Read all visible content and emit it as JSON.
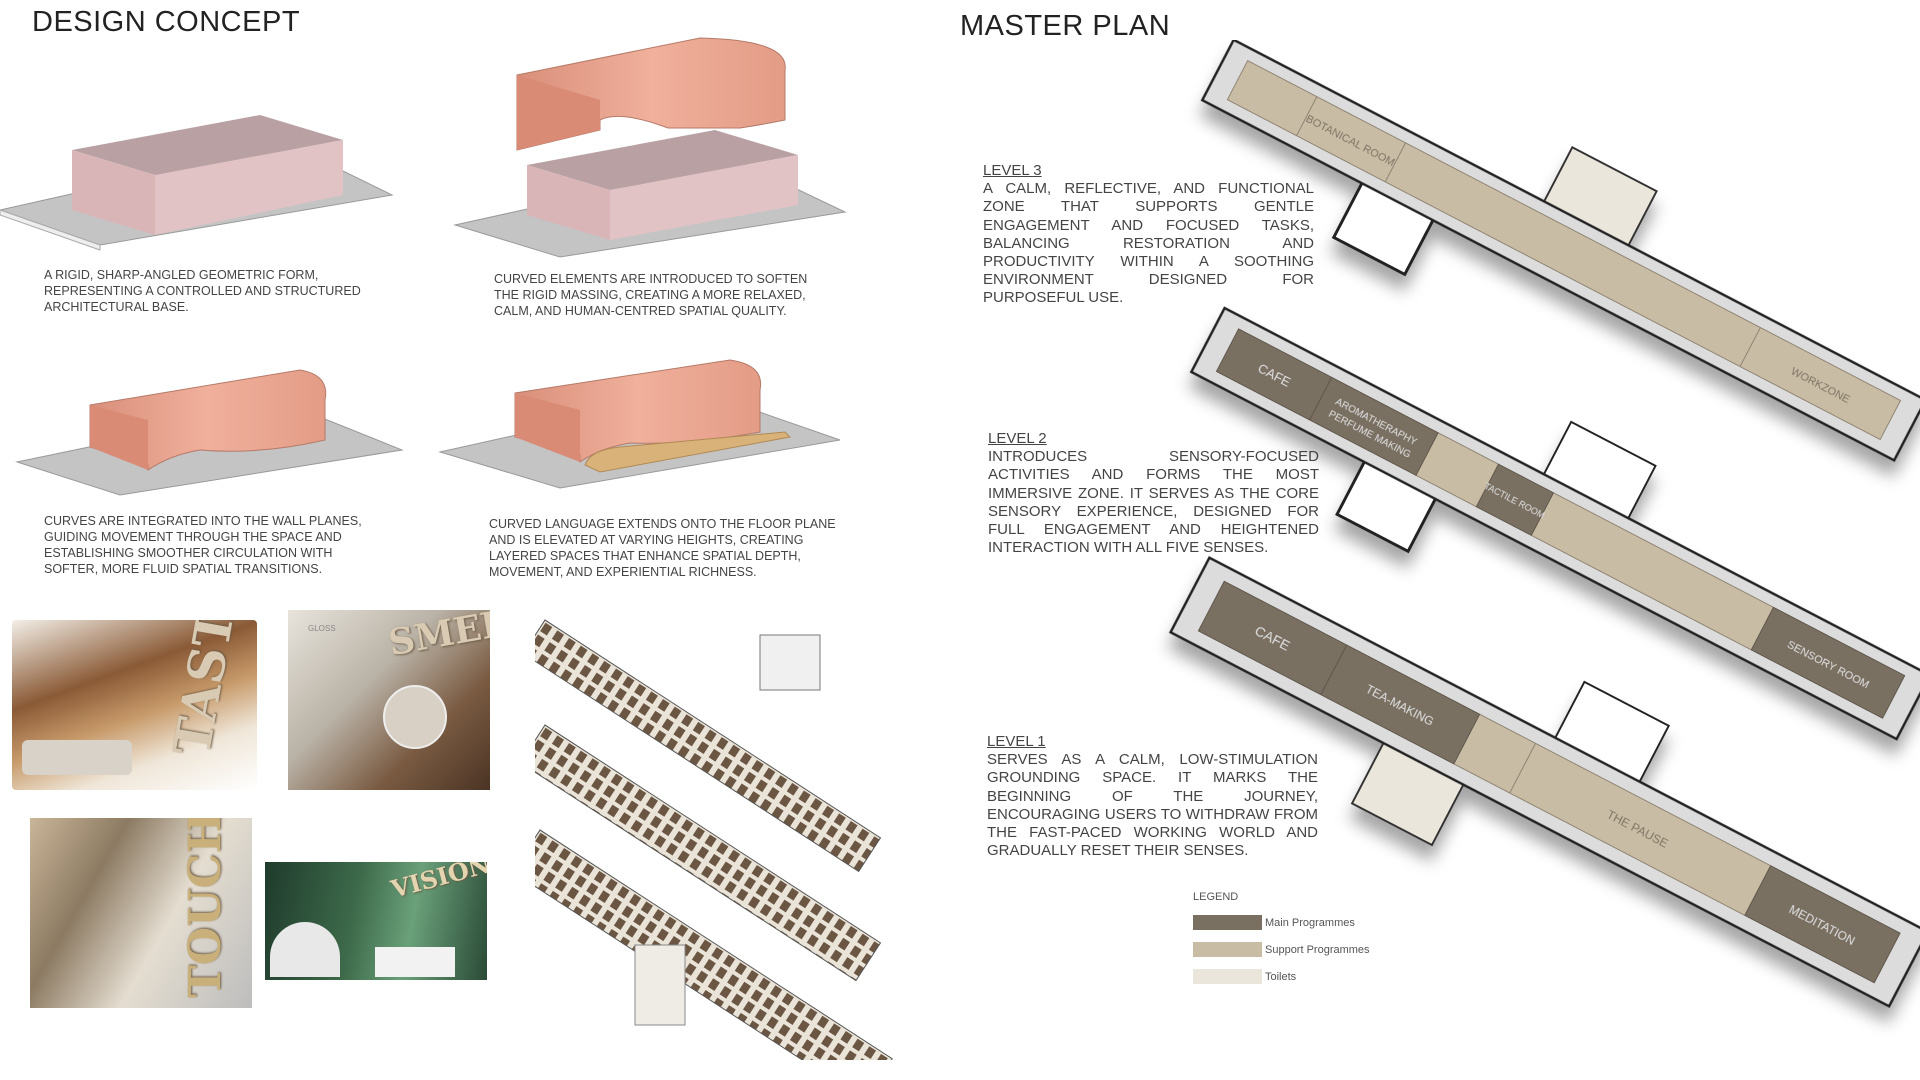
{
  "design_concept": {
    "title": "DESIGN CONCEPT",
    "captions": [
      "A rigid, sharp-angled geometric form, representing a controlled and structured architectural base.",
      "Curved elements are introduced to soften the rigid massing, creating a more relaxed, calm, and human-centred spatial quality.",
      "Curves are integrated into the wall planes, guiding movement through the space and establishing smoother circulation with softer, more fluid spatial transitions.",
      "Curved language extends onto the floor plane and is elevated at varying heights, creating layered spaces that enhance spatial depth, movement, and experiential richness."
    ],
    "mood_words": [
      "TASTE",
      "SMELL",
      "TOUCH",
      "VISION"
    ],
    "smell_sign": "GLOSS"
  },
  "master_plan": {
    "title": "MASTER PLAN",
    "levels": [
      {
        "label": "LEVEL 3",
        "text": "A calm, reflective, and functional zone that supports gentle engagement and focused tasks, balancing restoration and productivity within a soothing environment designed for purposeful use.",
        "rooms": [
          "BOTANICAL ROOM",
          "WORKZONE"
        ]
      },
      {
        "label": "LEVEL 2",
        "text": "Introduces sensory-focused activities and forms the most immersive zone. It serves as the core sensory experience, designed for full engagement and heightened interaction with all five senses.",
        "rooms": [
          "CAFE",
          "AROMATHERAPHY",
          "PERFUME MAKING",
          "TACTILE ROOM",
          "SENSORY ROOM"
        ]
      },
      {
        "label": "LEVEL 1",
        "text": "Serves as a calm, low-stimulation grounding space. It marks the beginning of the journey, encouraging users to withdraw from the fast-paced working world and gradually reset their senses.",
        "rooms": [
          "CAFE",
          "TEA-MAKING",
          "THE PAUSE",
          "MEDITATION"
        ]
      }
    ],
    "legend": {
      "title": "LEGEND",
      "items": [
        {
          "label": "Main Programmes",
          "color": "#7a7062"
        },
        {
          "label": "Support Programmes",
          "color": "#c8bca5"
        },
        {
          "label": "Toilets",
          "color": "#ebe6dc"
        }
      ]
    }
  },
  "colors": {
    "massing": "#e8a58f",
    "base_box": "#dcb8b8",
    "slab": "#c9c9c9",
    "floor_ramp": "#d9b27a"
  }
}
